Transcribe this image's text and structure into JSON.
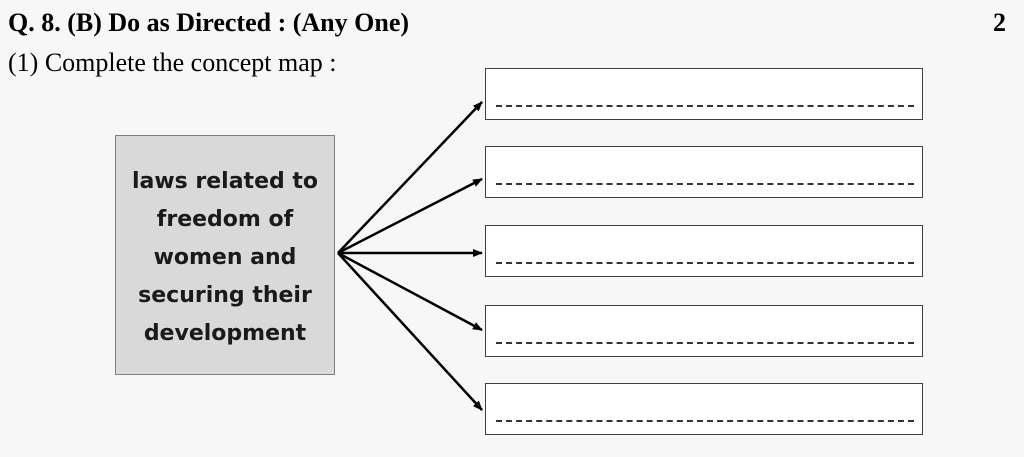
{
  "question": {
    "title": "Q. 8. (B) Do as Directed : (Any One)",
    "marks": "2",
    "subtitle": "(1) Complete the concept map :"
  },
  "concept_map": {
    "center_lines": [
      "laws related to",
      "freedom of",
      "women and",
      "securing their",
      "development"
    ],
    "answer_boxes": [
      "",
      "",
      "",
      "",
      ""
    ]
  }
}
